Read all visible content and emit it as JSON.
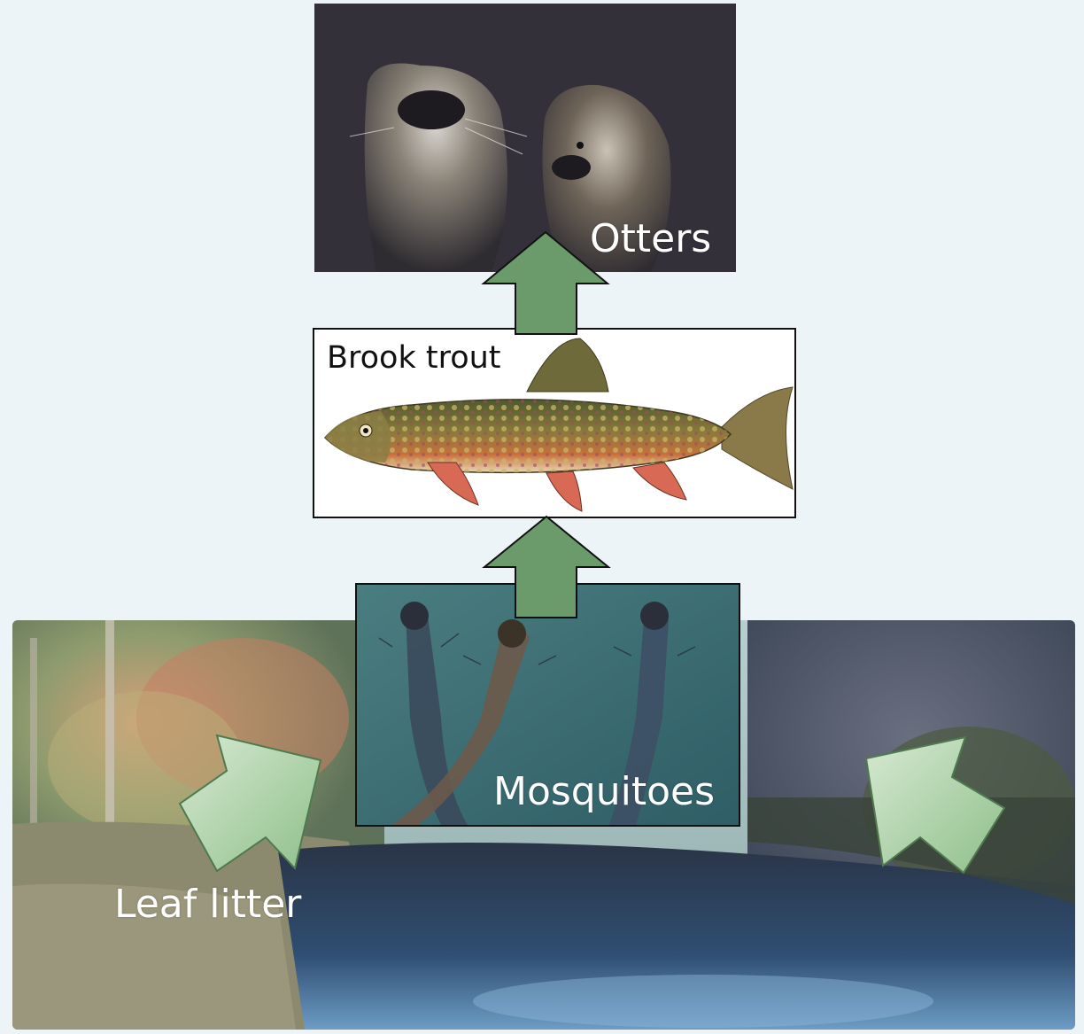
{
  "labels": {
    "otters": "Otters",
    "brook_trout": "Brook trout",
    "mosquitoes": "Mosquitoes",
    "leaf_litter": "Leaf litter"
  },
  "colors": {
    "background": "#ecf4f7",
    "arrow_fill": "#6b9a6b",
    "arrow_stroke": "#111111",
    "leaf_arrow_fill": "#b8d6b4"
  }
}
